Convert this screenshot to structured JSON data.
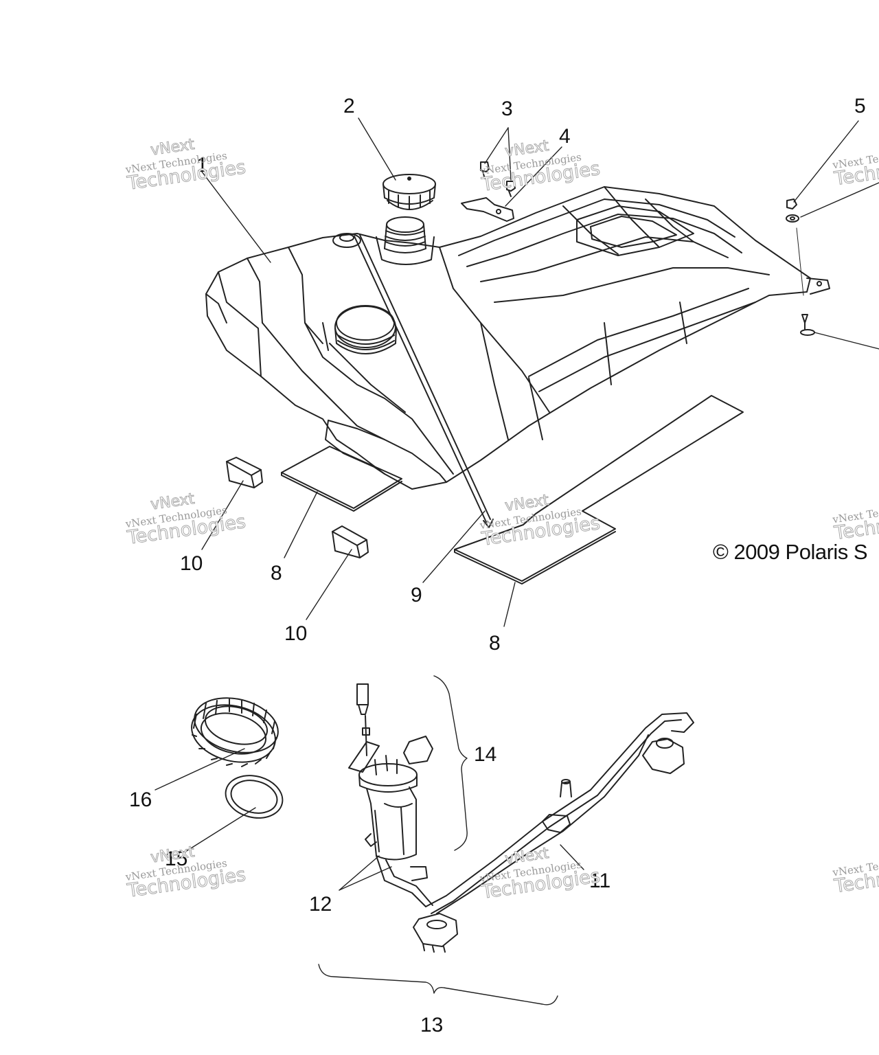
{
  "callouts": [
    {
      "id": "c1",
      "text": "1"
    },
    {
      "id": "c2",
      "text": "2"
    },
    {
      "id": "c3",
      "text": "3"
    },
    {
      "id": "c4",
      "text": "4"
    },
    {
      "id": "c5",
      "text": "5"
    },
    {
      "id": "c8a",
      "text": "8"
    },
    {
      "id": "c8b",
      "text": "8"
    },
    {
      "id": "c9",
      "text": "9"
    },
    {
      "id": "c10a",
      "text": "10"
    },
    {
      "id": "c10b",
      "text": "10"
    },
    {
      "id": "c11",
      "text": "11"
    },
    {
      "id": "c12",
      "text": "12"
    },
    {
      "id": "c13",
      "text": "13"
    },
    {
      "id": "c14",
      "text": "14"
    },
    {
      "id": "c15",
      "text": "15"
    },
    {
      "id": "c16",
      "text": "16"
    }
  ],
  "copyright": "© 2009 Polaris S",
  "watermark": {
    "small": "vNext Technologies",
    "big": "Technologies",
    "top": "vNext",
    "cut_small": "vNext Te",
    "cut_big": "Techn"
  }
}
